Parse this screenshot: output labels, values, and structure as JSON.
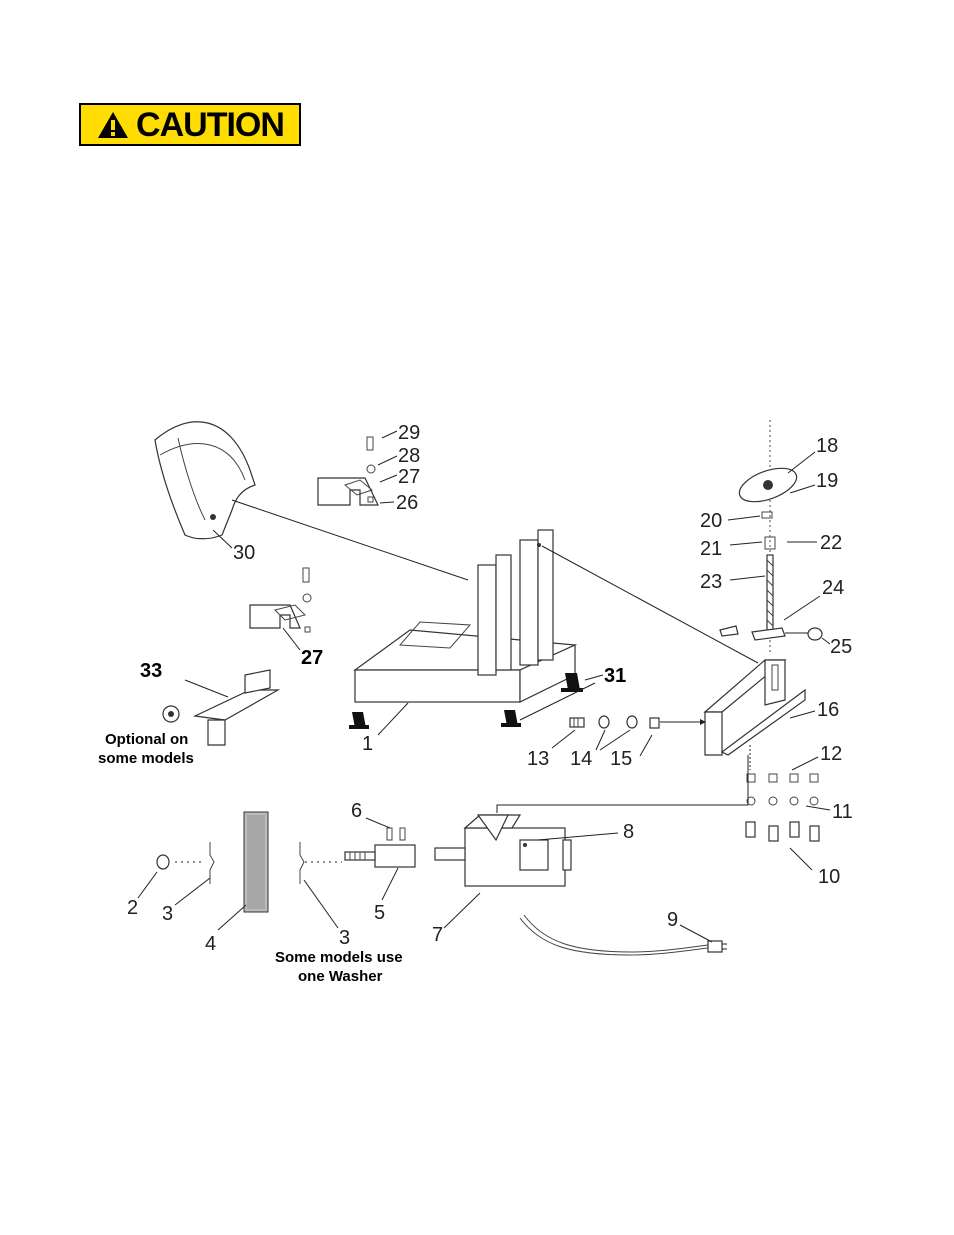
{
  "banner": {
    "caution_label": "CAUTION",
    "background_color": "#ffdd00",
    "icon": "warning-triangle-icon"
  },
  "callouts": {
    "n1": "1",
    "n2": "2",
    "n3a": "3",
    "n3b": "3",
    "n4": "4",
    "n5": "5",
    "n6": "6",
    "n7": "7",
    "n8": "8",
    "n9": "9",
    "n10": "10",
    "n11": "11",
    "n12": "12",
    "n13": "13",
    "n14": "14",
    "n15": "15",
    "n16": "16",
    "n18": "18",
    "n19": "19",
    "n20": "20",
    "n21": "21",
    "n22": "22",
    "n23": "23",
    "n24": "24",
    "n25": "25",
    "n26": "26",
    "n27a": "27",
    "n27b": "27",
    "n28": "28",
    "n29": "29",
    "n30": "30",
    "n31": "31",
    "n33": "33"
  },
  "notes": {
    "optional_line1": "Optional on",
    "optional_line2": "some models",
    "washer_line1": "Some models use",
    "washer_line2": "one Washer"
  }
}
